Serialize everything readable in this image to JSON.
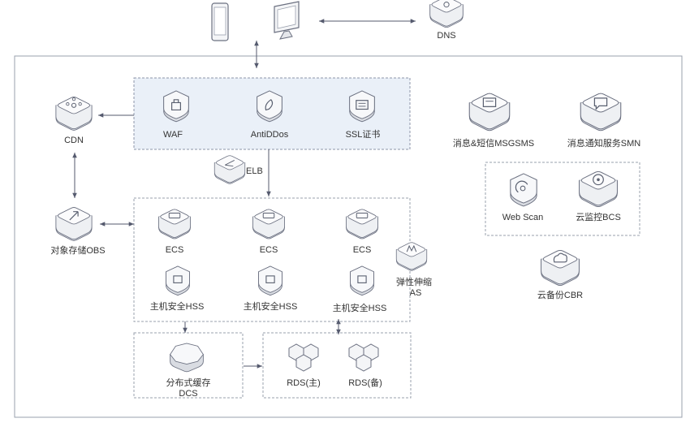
{
  "nodes": {
    "dns": "DNS",
    "waf": "WAF",
    "antiddos": "AntiDDos",
    "ssl": "SSL证书",
    "cdn": "CDN",
    "elb": "ELB",
    "obs": "对象存储OBS",
    "ecs1": "ECS",
    "ecs2": "ECS",
    "ecs3": "ECS",
    "hss1": "主机安全HSS",
    "hss2": "主机安全HSS",
    "hss3": "主机安全HSS",
    "as_line1": "弹性伸缩",
    "as_line2": "AS",
    "msgsms": "消息&短信MSGSMS",
    "smn": "消息通知服务SMN",
    "webscan": "Web Scan",
    "bcs": "云监控BCS",
    "cbr": "云备份CBR",
    "dcs_line1": "分布式缓存",
    "dcs_line2": "DCS",
    "rds_main": "RDS(主)",
    "rds_backup": "RDS(备)"
  },
  "colors": {
    "line": "#555a6e",
    "frame": "#9aa0ad",
    "security_fill": "#eaf0f8",
    "icon_top": "#f7f8fa",
    "icon_side": "#d6d9df",
    "icon_stroke": "#6b7080",
    "icon_fg": "#5a6070",
    "text": "#333333"
  },
  "icons": {
    "phone": "mobile-phone-icon",
    "monitor": "desktop-monitor-icon",
    "cloud_service": "cloud-service-cube-icon",
    "rds": "database-hexagon-icon"
  }
}
